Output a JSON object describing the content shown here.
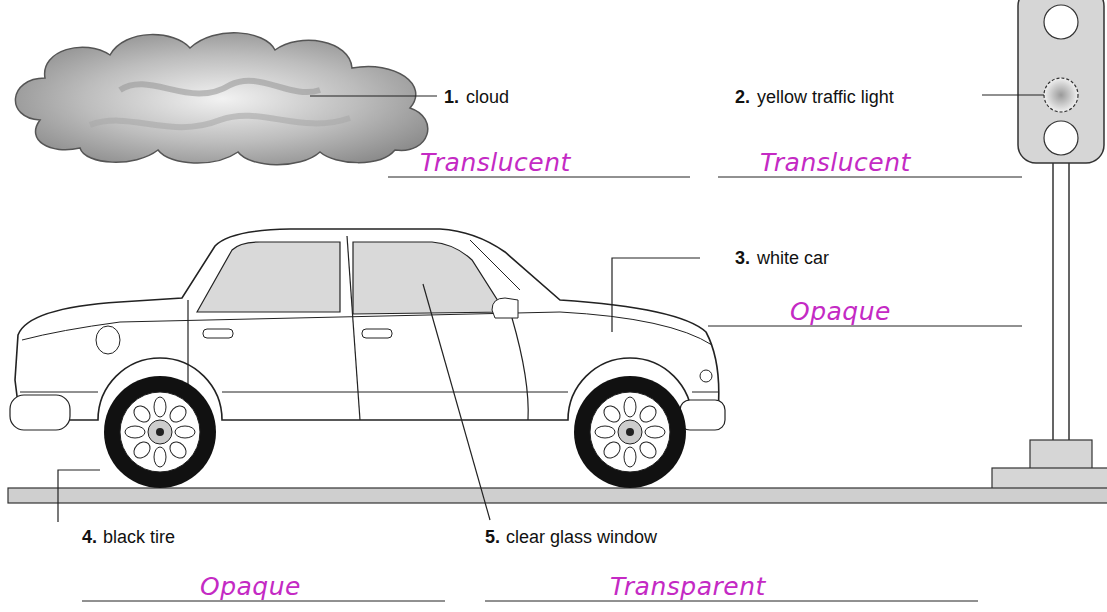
{
  "diagram": {
    "labels": [
      "1.",
      "cloud",
      "Translucent",
      "2.",
      "yellow traffic light",
      "Translucent",
      "3.",
      "white car",
      "Opaque",
      "4.",
      "black tire",
      "Opaque",
      "5.",
      "clear glass window",
      "Transparent"
    ]
  }
}
